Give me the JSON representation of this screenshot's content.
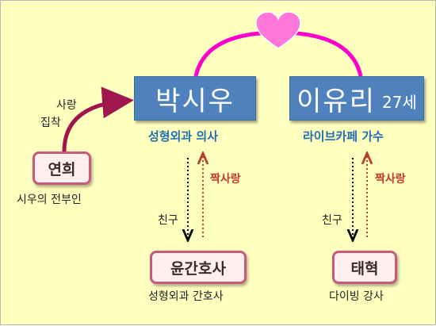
{
  "people": {
    "park_siwoo": {
      "name": "박시우",
      "role": "성형외과 의사"
    },
    "lee_yuri": {
      "name": "이유리",
      "age": "27세",
      "role": "라이브카페 가수"
    },
    "yeonhee": {
      "name": "연희",
      "caption": "시우의 전부인"
    },
    "nurse_yun": {
      "name": "윤간호사",
      "caption": "성형외과 간호사"
    },
    "taehyuk": {
      "name": "태혁",
      "caption": "다이빙 강사"
    }
  },
  "relations": {
    "yeonhee_to_siwoo": [
      "사랑",
      "집착"
    ],
    "friend": "친구",
    "crush": "짝사랑"
  },
  "colors": {
    "background": "#FFFFBE",
    "name_box": "#4F81BD",
    "heart_link": "#FF00CC",
    "obsession_arrow": "#A0174E",
    "sub_box_border": "#C7597A",
    "role_text": "#1F6FB5",
    "crush_text": "#C0392B"
  },
  "icons": {
    "heart": "heart-icon"
  }
}
